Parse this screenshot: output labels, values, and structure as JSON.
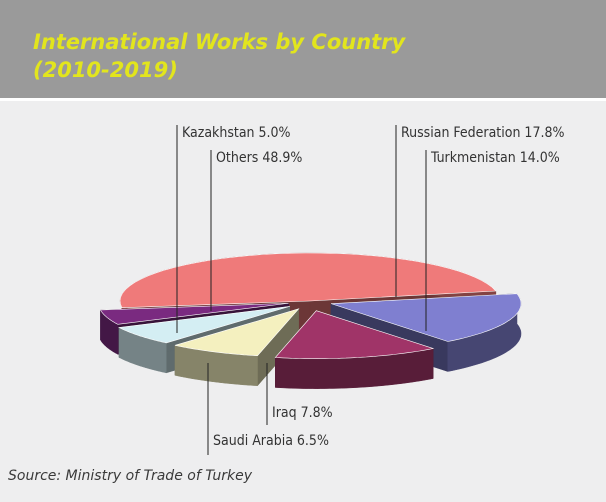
{
  "chart_data": {
    "type": "pie",
    "title": "International Works by Country\n(2010-2019)",
    "title_lines": [
      "International Works by Country",
      "(2010-2019)"
    ],
    "slices": [
      {
        "label": "Russian Federation",
        "value": 17.8,
        "display": "Russian Federation 17.8%",
        "color": "#7f7fd0"
      },
      {
        "label": "Turkmenistan",
        "value": 14.0,
        "display": "Turkmenistan 14.0%",
        "color": "#a03468"
      },
      {
        "label": "Iraq",
        "value": 7.8,
        "display": "Iraq 7.8%",
        "color": "#f4f0bf"
      },
      {
        "label": "Saudi Arabia",
        "value": 6.5,
        "display": "Saudi Arabia 6.5%",
        "color": "#d4eef3"
      },
      {
        "label": "Kazakhstan",
        "value": 5.0,
        "display": "Kazakhstan 5.0%",
        "color": "#7a2a80"
      },
      {
        "label": "Others",
        "value": 48.9,
        "display": "Others 48.9%",
        "color": "#ef7a7a"
      }
    ]
  },
  "source": "Source: Ministry of Trade of Turkey",
  "colors": {
    "header_bg": "#9a9a9a",
    "title": "#e2e51d",
    "card_bg": "#eeeeef"
  }
}
